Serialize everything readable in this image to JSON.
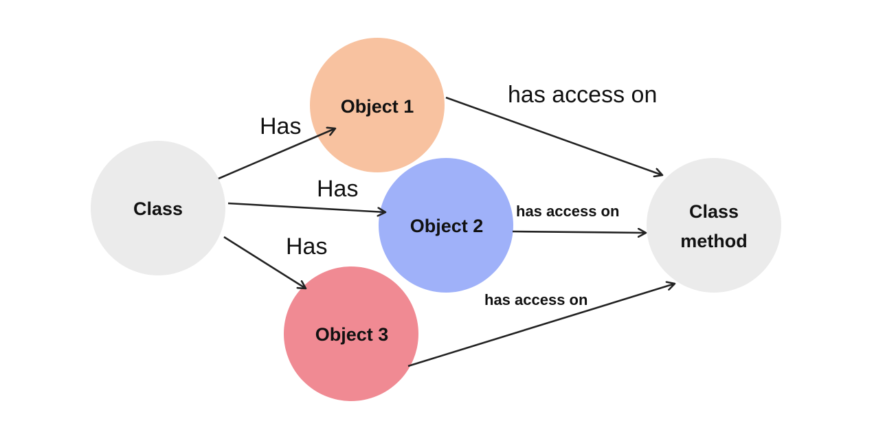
{
  "nodes": {
    "class": {
      "label": "Class",
      "color": "#ebebeb"
    },
    "object1": {
      "label": "Object 1",
      "color": "#f8c2a0"
    },
    "object2": {
      "label": "Object 2",
      "color": "#9fb1f9"
    },
    "object3": {
      "label": "Object 3",
      "color": "#f08a93"
    },
    "class_method": {
      "line1": "Class",
      "line2": "method",
      "color": "#ebebeb"
    }
  },
  "edges": {
    "class_object1": "Has",
    "class_object2": "Has",
    "class_object3": "Has",
    "object1_method": "has access on",
    "object2_method": "has access on",
    "object3_method": "has access on"
  },
  "colors": {
    "arrow": "#222222",
    "text": "#111111"
  }
}
